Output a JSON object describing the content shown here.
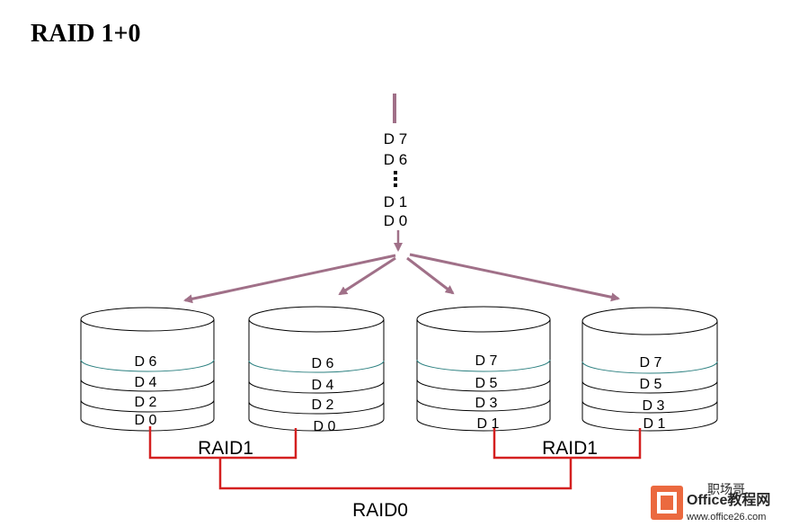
{
  "title": "RAID 1+0",
  "input_stack": [
    "D 7",
    "D 6",
    "D 1",
    "D 0"
  ],
  "disks": [
    {
      "blocks": [
        "D 6",
        "D 4",
        "D 2",
        "D 0"
      ]
    },
    {
      "blocks": [
        "D 6",
        "D 4",
        "D 2",
        "D 0"
      ]
    },
    {
      "blocks": [
        "D 7",
        "D 5",
        "D 3",
        "D 1"
      ]
    },
    {
      "blocks": [
        "D 7",
        "D 5",
        "D 3",
        "D 1"
      ]
    }
  ],
  "groups": {
    "left": "RAID1",
    "right": "RAID1",
    "stripe": "RAID0"
  },
  "watermark": {
    "brand": "Office教程网",
    "url": "www.office26.com",
    "account": "职场哥"
  },
  "colors": {
    "arrow": "#a07088",
    "bracket": "#d42020",
    "stripe_line": "#2a7f7f",
    "logo": "#e8501e"
  }
}
